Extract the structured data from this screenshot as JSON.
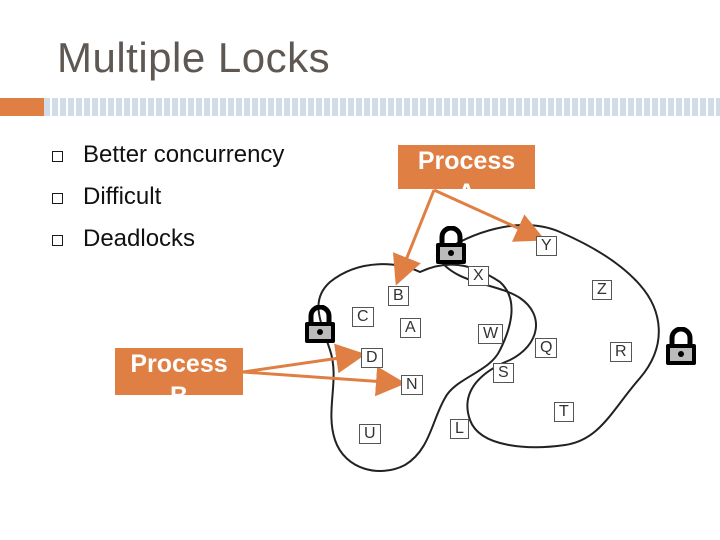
{
  "slide": {
    "title": "Multiple Locks",
    "bullets": [
      "Better concurrency",
      "Difficult",
      "Deadlocks"
    ]
  },
  "processes": {
    "a": {
      "line1": "Process",
      "line2": "A"
    },
    "b": {
      "line1": "Process",
      "line2": "B"
    }
  },
  "nodes": [
    "Y",
    "X",
    "B",
    "Z",
    "C",
    "A",
    "W",
    "D",
    "Q",
    "R",
    "S",
    "N",
    "T",
    "U",
    "L"
  ],
  "colors": {
    "accent": "#e07f43",
    "stripe": "#d2dce8",
    "title": "#5f5751"
  },
  "icons": [
    "lock-icon"
  ]
}
